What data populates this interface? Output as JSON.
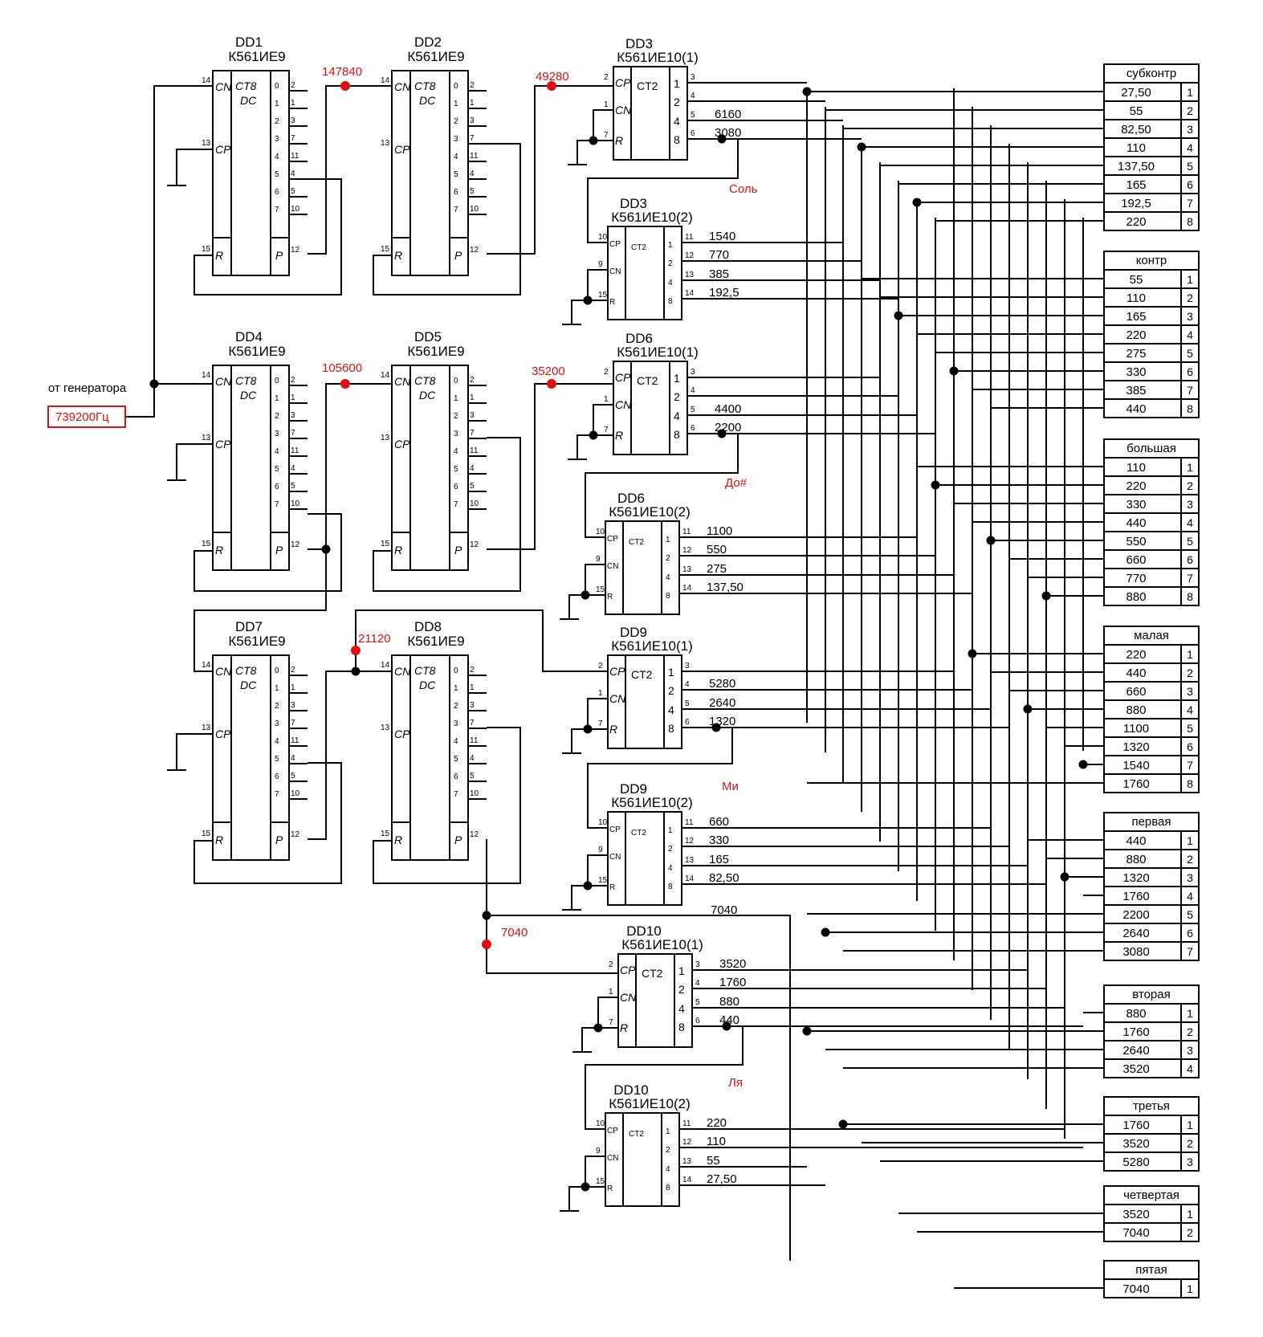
{
  "generator": {
    "label": "от генератора",
    "value": "739200Гц"
  },
  "red_labels": [
    "147840",
    "49280",
    "105600",
    "35200",
    "21120",
    "7040"
  ],
  "chips": [
    {
      "id": "DD1",
      "type": "К561ИЕ9",
      "inner": [
        "CT8",
        "DC"
      ],
      "pins_in": [
        "CN",
        "CP",
        "R"
      ],
      "pin_in_nums": [
        "14",
        "13",
        "15"
      ],
      "outs": [
        "0",
        "1",
        "2",
        "3",
        "4",
        "5",
        "6",
        "7",
        "P"
      ],
      "out_nums": [
        "2",
        "1",
        "3",
        "7",
        "11",
        "4",
        "5",
        "10",
        "12"
      ]
    },
    {
      "id": "DD2",
      "type": "К561ИЕ9",
      "inner": [
        "CT8",
        "DC"
      ],
      "pins_in": [
        "CN",
        "CP",
        "R"
      ],
      "pin_in_nums": [
        "14",
        "13",
        "15"
      ],
      "outs": [
        "0",
        "1",
        "2",
        "3",
        "4",
        "5",
        "6",
        "7",
        "P"
      ],
      "out_nums": [
        "2",
        "1",
        "3",
        "7",
        "11",
        "4",
        "5",
        "10",
        "12"
      ]
    },
    {
      "id": "DD4",
      "type": "К561ИЕ9",
      "inner": [
        "CT8",
        "DC"
      ],
      "pins_in": [
        "CN",
        "CP",
        "R"
      ],
      "pin_in_nums": [
        "14",
        "13",
        "15"
      ],
      "outs": [
        "0",
        "1",
        "2",
        "3",
        "4",
        "5",
        "6",
        "7",
        "P"
      ],
      "out_nums": [
        "2",
        "1",
        "3",
        "7",
        "11",
        "4",
        "5",
        "10",
        "12"
      ]
    },
    {
      "id": "DD5",
      "type": "К561ИЕ9",
      "inner": [
        "CT8",
        "DC"
      ],
      "pins_in": [
        "CN",
        "CP",
        "R"
      ],
      "pin_in_nums": [
        "14",
        "13",
        "15"
      ],
      "outs": [
        "0",
        "1",
        "2",
        "3",
        "4",
        "5",
        "6",
        "7",
        "P"
      ],
      "out_nums": [
        "2",
        "1",
        "3",
        "7",
        "11",
        "4",
        "5",
        "10",
        "12"
      ]
    },
    {
      "id": "DD7",
      "type": "К561ИЕ9",
      "inner": [
        "CT8",
        "DC"
      ],
      "pins_in": [
        "CN",
        "CP",
        "R"
      ],
      "pin_in_nums": [
        "14",
        "13",
        "15"
      ],
      "outs": [
        "0",
        "1",
        "2",
        "3",
        "4",
        "5",
        "6",
        "7",
        "P"
      ],
      "out_nums": [
        "2",
        "1",
        "3",
        "7",
        "11",
        "4",
        "5",
        "10",
        "12"
      ]
    },
    {
      "id": "DD8",
      "type": "К561ИЕ9",
      "inner": [
        "CT8",
        "DC"
      ],
      "pins_in": [
        "CN",
        "CP",
        "R"
      ],
      "pin_in_nums": [
        "14",
        "13",
        "15"
      ],
      "outs": [
        "0",
        "1",
        "2",
        "3",
        "4",
        "5",
        "6",
        "7",
        "P"
      ],
      "out_nums": [
        "2",
        "1",
        "3",
        "7",
        "11",
        "4",
        "5",
        "10",
        "12"
      ]
    }
  ],
  "counters": [
    {
      "id": "DD3",
      "type": "К561ИЕ10(1)",
      "inner": "CT2",
      "pins_in": [
        "CP",
        "CN",
        "R"
      ],
      "pin_in_nums": [
        "2",
        "1",
        "7"
      ],
      "outs": [
        "1",
        "2",
        "4",
        "8"
      ],
      "out_nums": [
        "3",
        "4",
        "5",
        "6"
      ],
      "freqs": [
        "",
        "",
        "6160",
        "3080"
      ]
    },
    {
      "id": "DD3",
      "type": "К561ИЕ10(2)",
      "inner": "CT2",
      "pins_in": [
        "CP",
        "CN",
        "R"
      ],
      "pin_in_nums": [
        "10",
        "9",
        "15"
      ],
      "outs": [
        "1",
        "2",
        "4",
        "8"
      ],
      "out_nums": [
        "11",
        "12",
        "13",
        "14"
      ],
      "freqs": [
        "1540",
        "770",
        "385",
        "192,5"
      ]
    },
    {
      "id": "DD6",
      "type": "К561ИЕ10(1)",
      "inner": "CT2",
      "pins_in": [
        "CP",
        "CN",
        "R"
      ],
      "pin_in_nums": [
        "2",
        "1",
        "7"
      ],
      "outs": [
        "1",
        "2",
        "4",
        "8"
      ],
      "out_nums": [
        "3",
        "4",
        "5",
        "6"
      ],
      "freqs": [
        "",
        "",
        "4400",
        "2200"
      ]
    },
    {
      "id": "DD6",
      "type": "К561ИЕ10(2)",
      "inner": "CT2",
      "pins_in": [
        "CP",
        "CN",
        "R"
      ],
      "pin_in_nums": [
        "10",
        "9",
        "15"
      ],
      "outs": [
        "1",
        "2",
        "4",
        "8"
      ],
      "out_nums": [
        "11",
        "12",
        "13",
        "14"
      ],
      "freqs": [
        "1100",
        "550",
        "275",
        "137,50"
      ]
    },
    {
      "id": "DD9",
      "type": "К561ИЕ10(1)",
      "inner": "CT2",
      "pins_in": [
        "CP",
        "CN",
        "R"
      ],
      "pin_in_nums": [
        "2",
        "1",
        "7"
      ],
      "outs": [
        "1",
        "2",
        "4",
        "8"
      ],
      "out_nums": [
        "3",
        "4",
        "5",
        "6"
      ],
      "freqs": [
        "",
        "5280",
        "2640",
        "1320"
      ]
    },
    {
      "id": "DD9",
      "type": "К561ИЕ10(2)",
      "inner": "CT2",
      "pins_in": [
        "CP",
        "CN",
        "R"
      ],
      "pin_in_nums": [
        "10",
        "9",
        "15"
      ],
      "outs": [
        "1",
        "2",
        "4",
        "8"
      ],
      "out_nums": [
        "11",
        "12",
        "13",
        "14"
      ],
      "freqs": [
        "660",
        "330",
        "165",
        "82,50"
      ]
    },
    {
      "id": "DD10",
      "type": "К561ИЕ10(1)",
      "inner": "CT2",
      "pins_in": [
        "CP",
        "CN",
        "R"
      ],
      "pin_in_nums": [
        "2",
        "1",
        "7"
      ],
      "outs": [
        "1",
        "2",
        "4",
        "8"
      ],
      "out_nums": [
        "3",
        "4",
        "5",
        "6"
      ],
      "freqs": [
        "3520",
        "1760",
        "880",
        "440"
      ]
    },
    {
      "id": "DD10",
      "type": "К561ИЕ10(2)",
      "inner": "CT2",
      "pins_in": [
        "CP",
        "CN",
        "R"
      ],
      "pin_in_nums": [
        "10",
        "9",
        "15"
      ],
      "outs": [
        "1",
        "2",
        "4",
        "8"
      ],
      "out_nums": [
        "11",
        "12",
        "13",
        "14"
      ],
      "freqs": [
        "220",
        "110",
        "55",
        "27,50"
      ]
    }
  ],
  "notes": [
    "Соль",
    "До#",
    "Ми",
    "Ля"
  ],
  "extra_freq": "7040",
  "octaves": [
    {
      "name": "субконтр",
      "values": [
        "27,50",
        "55",
        "82,50",
        "110",
        "137,50",
        "165",
        "192,5",
        "220"
      ]
    },
    {
      "name": "контр",
      "values": [
        "55",
        "110",
        "165",
        "220",
        "275",
        "330",
        "385",
        "440"
      ]
    },
    {
      "name": "большая",
      "values": [
        "110",
        "220",
        "330",
        "440",
        "550",
        "660",
        "770",
        "880"
      ]
    },
    {
      "name": "малая",
      "values": [
        "220",
        "440",
        "660",
        "880",
        "1100",
        "1320",
        "1540",
        "1760"
      ]
    },
    {
      "name": "первая",
      "values": [
        "440",
        "880",
        "1320",
        "1760",
        "2200",
        "2640",
        "3080"
      ]
    },
    {
      "name": "вторая",
      "values": [
        "880",
        "1760",
        "2640",
        "3520"
      ]
    },
    {
      "name": "третья",
      "values": [
        "1760",
        "3520",
        "5280"
      ]
    },
    {
      "name": "четвертая",
      "values": [
        "3520",
        "7040"
      ]
    },
    {
      "name": "пятая",
      "values": [
        "7040"
      ]
    }
  ],
  "colors": {
    "wire": "#000000",
    "accent": "#e01010"
  }
}
